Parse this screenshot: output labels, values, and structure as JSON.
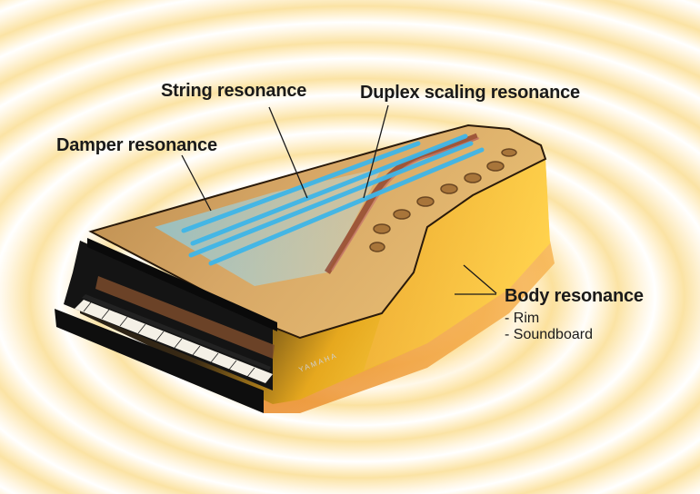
{
  "labels": {
    "string_resonance": "String resonance",
    "duplex_scaling_resonance": "Duplex scaling resonance",
    "damper_resonance": "Damper resonance",
    "body_resonance": "Body resonance",
    "rim": "- Rim",
    "soundboard": "- Soundboard"
  },
  "brand": {
    "logo_text": "YAMAHA"
  },
  "colors": {
    "string_glow": "#3fb6e8",
    "body_glow": "#f2b31f",
    "piano_black": "#141414",
    "leader_line": "#1a1a1a"
  }
}
